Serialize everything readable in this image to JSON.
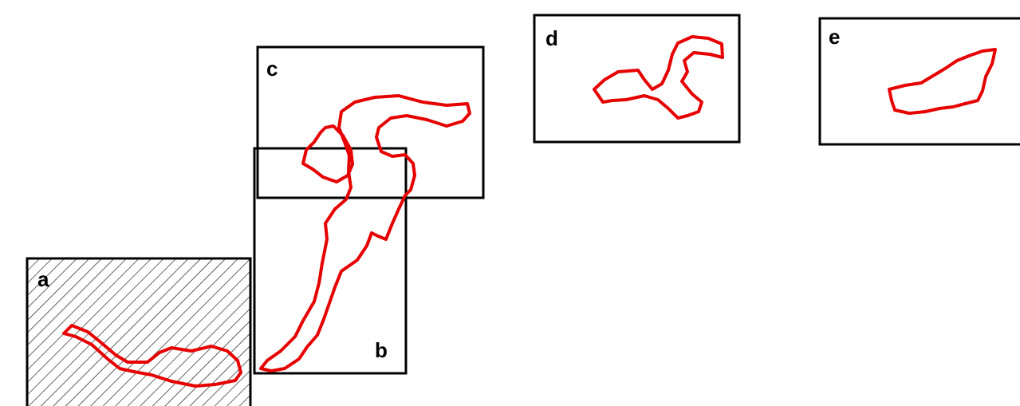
{
  "figure": {
    "panels": [
      {
        "id": "a",
        "label": "a",
        "hatched": true
      },
      {
        "id": "b",
        "label": "b",
        "hatched": false
      },
      {
        "id": "c",
        "label": "c",
        "hatched": false
      },
      {
        "id": "d",
        "label": "d",
        "hatched": false
      },
      {
        "id": "e",
        "label": "e",
        "hatched": false
      }
    ],
    "colors": {
      "outline": "#e60000",
      "frame": "#000000",
      "hatch": "#000000",
      "background": "#ffffff"
    }
  }
}
